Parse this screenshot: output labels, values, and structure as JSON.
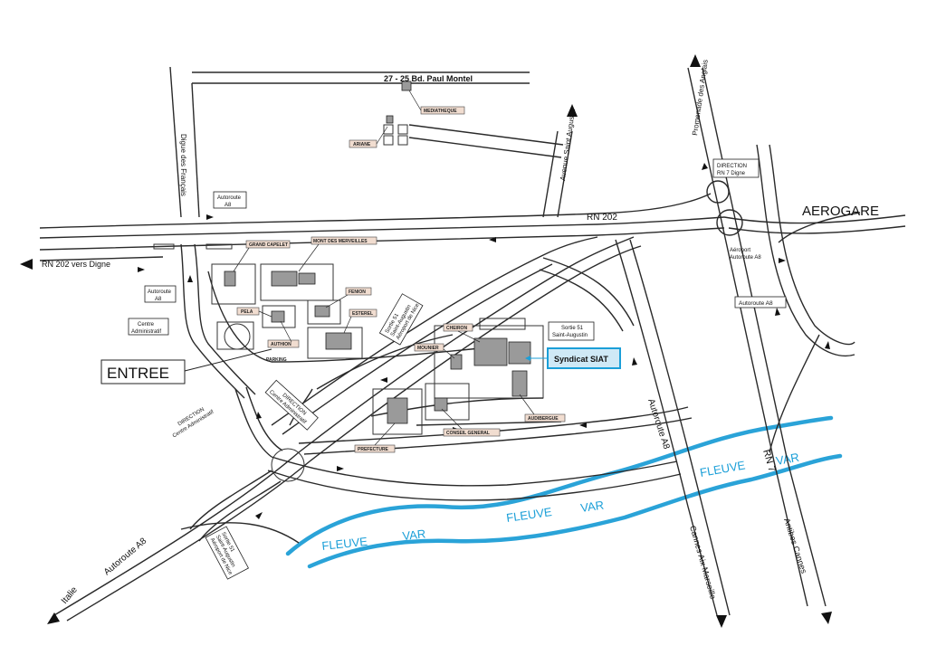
{
  "map": {
    "roads": {
      "bd_paul_montel": "27 - 25  Bd. Paul Montel",
      "digue_des_francais": "Digue des Français",
      "avenue_saint_augustin": "Avenue Saint Augustin",
      "promenade_des_anglais": "Promenade des Anglais",
      "rn202": "RN 202",
      "rn202_vers_digne": "RN 202 vers Digne",
      "autoroute_a8_arrow": "Autoroute A8",
      "autoroute_a8_right": "Autoroute A8",
      "rn7": "RN 7",
      "italie": "Italie",
      "cannes_aix_marseille": "Cannes  Aix  Marseille",
      "antibes_cannes": "Antibes  Cannes"
    },
    "places": {
      "aerogare": "AEROGARE",
      "entree": "ENTREE",
      "syndicat": "Syndicat SIAT"
    },
    "river_labels": {
      "l1_fleuve": "FLEUVE",
      "l1_var": "VAR",
      "l2_fleuve": "FLEUVE",
      "l2_var": "VAR",
      "l3_fleuve": "FLEUVE",
      "l3_var": "VAR"
    },
    "boxes": {
      "autoroute_a8_top": [
        "Autoroute",
        "A8"
      ],
      "autoroute_a8_left": [
        "Autoroute",
        "A8"
      ],
      "centre_administratif": [
        "Centre",
        "Administratif"
      ],
      "direction_rn7": [
        "DIRECTION",
        "RN 7 Digne"
      ],
      "aeroport_a8": [
        "Aéroport",
        "Autoroute A8"
      ],
      "autoroute_a8_right": "Autoroute A8",
      "sortie51_right": [
        "Sortie 51",
        "Saint-Augustin"
      ],
      "sortie51_mid": [
        "Sortie 51",
        "Saint-Augustin",
        "Aéroport de Nice"
      ],
      "sortie51_bottom": [
        "Sortie 51",
        "Saint-Augustin",
        "Aéroport de Nice"
      ],
      "direction_centre_box": [
        "DIRECTION",
        "Centre Administratif"
      ],
      "direction_centre_free": [
        "DIRECTION",
        "Centre Administratif"
      ]
    },
    "buildings": {
      "mediatheque": "MEDIATHEQUE",
      "ariane": "ARIANE",
      "grand_capelet": "GRAND CAPELET",
      "mont_des_merveilles": "MONT DES MERVEILLES",
      "fenion": "FENION",
      "pela": "PELA",
      "esterel": "ESTEREL",
      "authion": "AUTHION",
      "parking": "PARKING",
      "cheiron": "CHEIRON",
      "mounier": "MOUNIER",
      "audiberque": "AUDIBERGUE",
      "prefecture": "PREFECTURE",
      "conseil_general": "CONSEIL GENERAL"
    }
  }
}
